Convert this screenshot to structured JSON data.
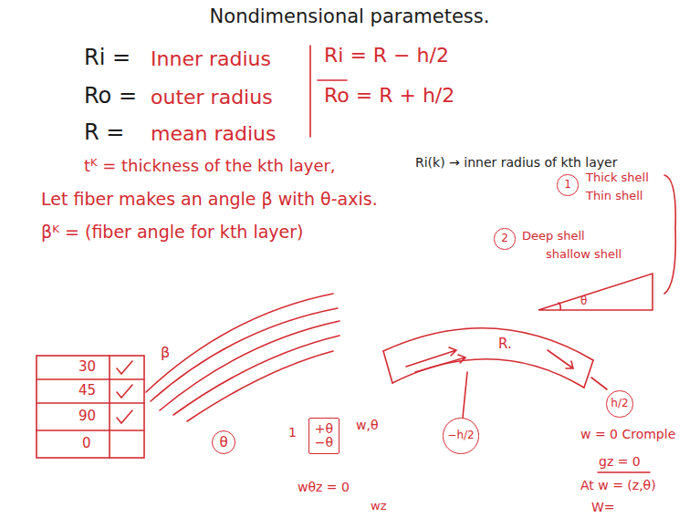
{
  "diagram": {
    "title": "Nondimensional parametess.",
    "nodes": [
      {
        "text": [
          "1"
        ]
      },
      {
        "text": [
          "2"
        ]
      },
      {
        "text": [
          "θ"
        ]
      },
      {
        "text": [
          "+θ −θ"
        ]
      },
      {
        "text": [
          "h/2"
        ]
      },
      {
        "text": [
          "−h/2"
        ]
      }
    ],
    "labels": [
      "Ri =",
      "Inner radius",
      "Ro =",
      "outer radius",
      "R =",
      "mean radius",
      "Ri = R − h/2",
      "Ro = R + h/2",
      "tᴷ = thickness of the kth layer,",
      "Ri(k) → inner radius of kth layer",
      "Let fiber makes an angle β with θ-axis.",
      "βᴷ = (fiber angle for kth layer)",
      "Thick shell",
      "Thin shell",
      "Deep shell",
      "shallow shell",
      "θ",
      "30",
      "45",
      "90",
      "0",
      "β",
      "R.",
      "1",
      "w,θ",
      "wθz = 0",
      "wz",
      "w = 0 Cromple",
      "gz = 0",
      "At w = (z,θ)",
      "W="
    ]
  }
}
